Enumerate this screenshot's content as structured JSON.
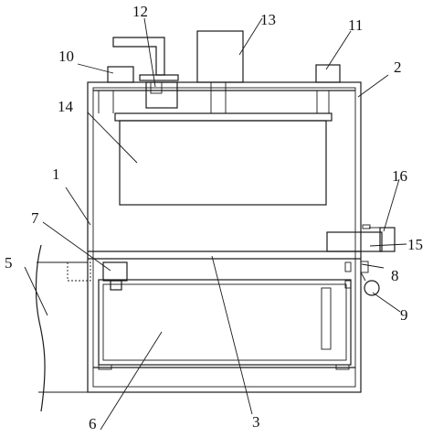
{
  "labels": {
    "l1": "1",
    "l2": "2",
    "l3": "3",
    "l5": "5",
    "l6": "6",
    "l7": "7",
    "l8": "8",
    "l9": "9",
    "l10": "10",
    "l11": "11",
    "l12": "12",
    "l13": "13",
    "l14": "14",
    "l15": "15",
    "l16": "16"
  }
}
